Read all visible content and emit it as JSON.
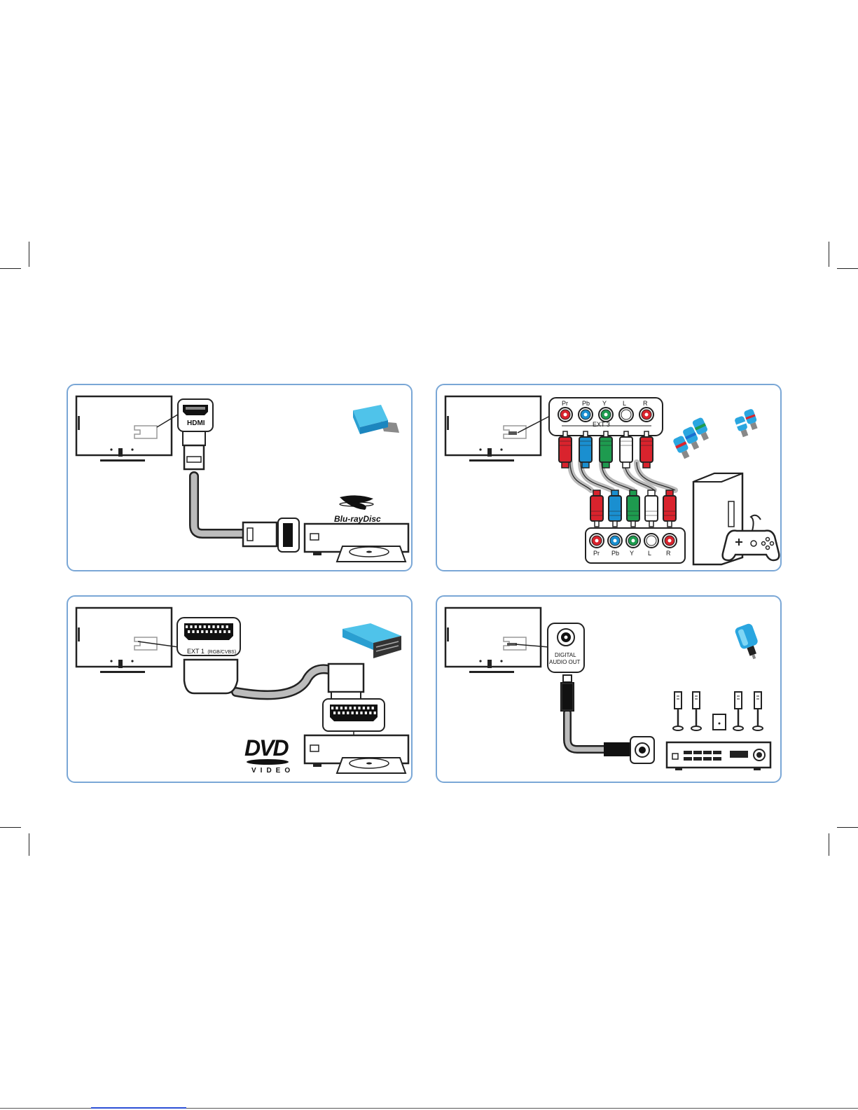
{
  "panels": {
    "hdmi": {
      "port_label": "HDMI",
      "logo_main": "Blu-ray",
      "logo_sub": "Disc"
    },
    "component": {
      "connector_labels": [
        "Pr",
        "Pb",
        "Y",
        "L",
        "R"
      ],
      "group_label": "EXT 3",
      "device_labels": [
        "Pr",
        "Pb",
        "Y",
        "L",
        "R"
      ]
    },
    "scart": {
      "port_label": "EXT 1",
      "port_sublabel": "(RGB/CVBS)",
      "logo_main": "DVD",
      "logo_sub": "VIDEO"
    },
    "digital": {
      "port_label_line1": "DIGITAL",
      "port_label_line2": "AUDIO OUT"
    }
  },
  "colors": {
    "panel_border": "#7aa7d6",
    "red": "#d9232d",
    "blue": "#1a8fd0",
    "green": "#1e9b4f",
    "white": "#ffffff",
    "cable_gray": "#b8b8b8",
    "adapter_blue": "#4fc3ea"
  },
  "icons": [
    "tv-outline-icon",
    "hdmi-plug-icon",
    "bluray-player-icon",
    "rca-plug-icon",
    "game-console-icon",
    "gamepad-icon",
    "scart-plug-icon",
    "dvd-player-icon",
    "optical-plug-icon",
    "home-theater-icon",
    "speaker-icon"
  ]
}
